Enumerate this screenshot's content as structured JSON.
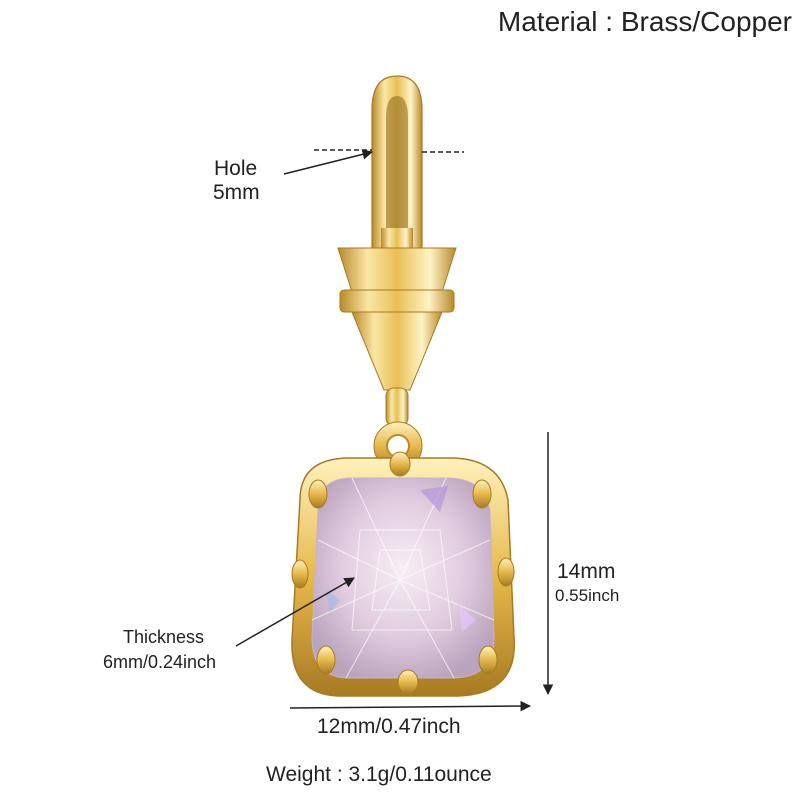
{
  "labels": {
    "material": "Material : Brass/Copper",
    "hole_title": "Hole",
    "hole_size": "5mm",
    "height_mm": "14mm",
    "height_in": "0.55inch",
    "thickness_title": "Thickness",
    "thickness_size": "6mm/0.24inch",
    "width": "12mm/0.47inch",
    "weight": "Weight : 3.1g/0.11ounce"
  },
  "colors": {
    "gold_light": "#fbe7a4",
    "gold_mid": "#e9bf55",
    "gold_dark": "#b98a2a",
    "stone_light": "#f7eef6",
    "stone_mid": "#e2cde0",
    "stone_dark": "#b9a3bd",
    "annotation": "#222222"
  },
  "icons": {
    "product": "pendant-charm-image",
    "arrows": "dimension-arrow-icon"
  }
}
